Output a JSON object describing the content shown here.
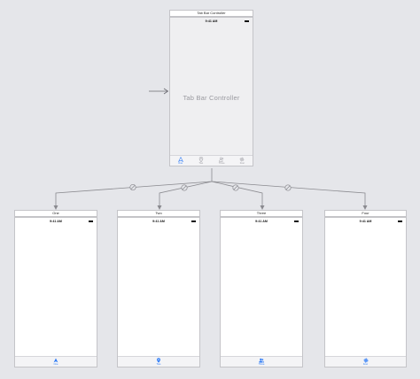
{
  "tab_bar_controller": {
    "title": "Tab Bar Controller",
    "status_time": "9:41 AM",
    "center_label": "Tab Bar Controller",
    "tabs": [
      {
        "label": "One",
        "icon": "navigation-arrow-icon",
        "selected": true
      },
      {
        "label": "Two",
        "icon": "map-pin-icon",
        "selected": false
      },
      {
        "label": "Three",
        "icon": "people-icon",
        "selected": false
      },
      {
        "label": "Four",
        "icon": "gear-icon",
        "selected": false
      }
    ]
  },
  "child_scenes": [
    {
      "title": "One",
      "status_time": "9:41 AM",
      "tab_label": "One",
      "icon": "navigation-arrow-icon"
    },
    {
      "title": "Two",
      "status_time": "9:41 AM",
      "tab_label": "Two",
      "icon": "map-pin-icon"
    },
    {
      "title": "Three",
      "status_time": "9:41 AM",
      "tab_label": "Three",
      "icon": "people-icon"
    },
    {
      "title": "Four",
      "status_time": "9:41 AM",
      "tab_label": "Four",
      "icon": "gear-icon"
    }
  ],
  "colors": {
    "canvas": "#e5e6ea",
    "accent": "#2f7cf6",
    "connector": "#8a8a8f",
    "inactive": "#9a9aa0"
  }
}
